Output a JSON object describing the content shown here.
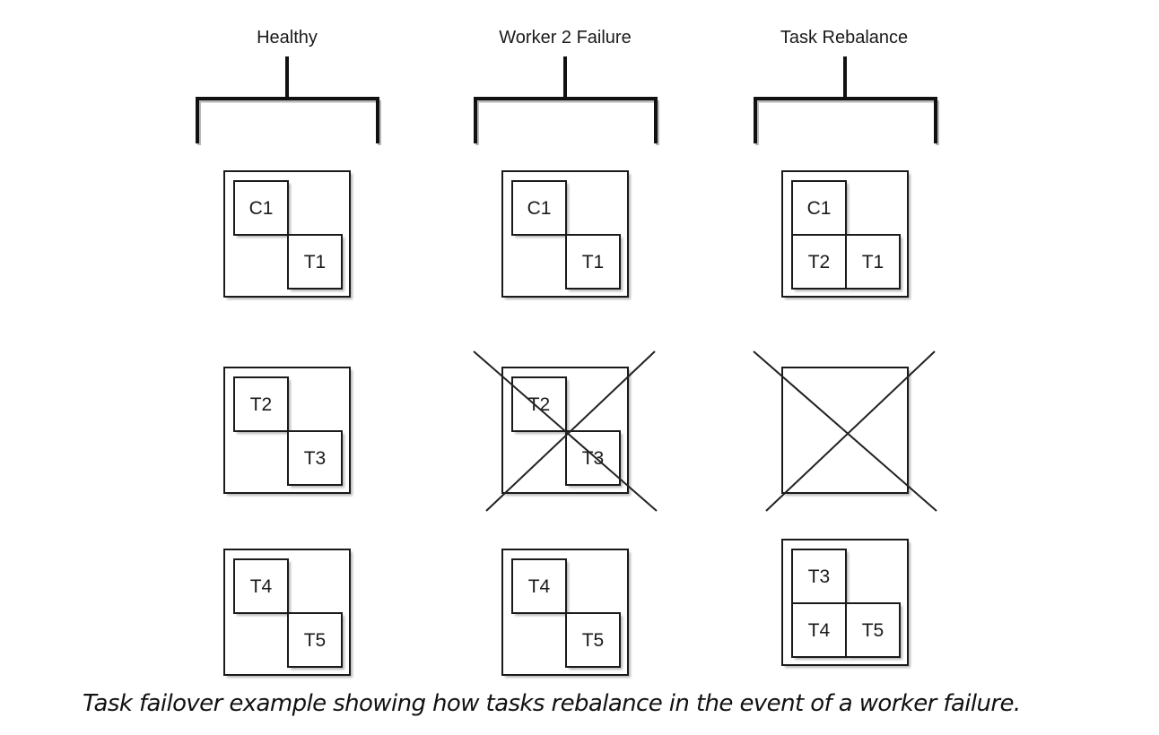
{
  "columns": [
    {
      "title": "Healthy",
      "workers": [
        {
          "state": "ok",
          "layout": "diagonal",
          "tasks": [
            "C1",
            "T1"
          ]
        },
        {
          "state": "ok",
          "layout": "diagonal",
          "tasks": [
            "T2",
            "T3"
          ]
        },
        {
          "state": "ok",
          "layout": "diagonal",
          "tasks": [
            "T4",
            "T5"
          ]
        }
      ]
    },
    {
      "title": "Worker 2 Failure",
      "workers": [
        {
          "state": "ok",
          "layout": "diagonal",
          "tasks": [
            "C1",
            "T1"
          ]
        },
        {
          "state": "failed",
          "layout": "diagonal",
          "tasks": [
            "T2",
            "T3"
          ]
        },
        {
          "state": "ok",
          "layout": "diagonal",
          "tasks": [
            "T4",
            "T5"
          ]
        }
      ]
    },
    {
      "title": "Task Rebalance",
      "workers": [
        {
          "state": "ok",
          "layout": "l-shape",
          "tasks": [
            "C1",
            "T2",
            "T1"
          ]
        },
        {
          "state": "failed",
          "layout": "empty",
          "tasks": []
        },
        {
          "state": "ok",
          "layout": "l-shape",
          "tasks": [
            "T3",
            "T4",
            "T5"
          ]
        }
      ]
    }
  ],
  "caption": "Task failover example showing how tasks rebalance in the event of a worker failure.",
  "colors": {
    "stroke": "#1a1a1a",
    "shadow": "#b8b8b8",
    "background": "#ffffff"
  }
}
